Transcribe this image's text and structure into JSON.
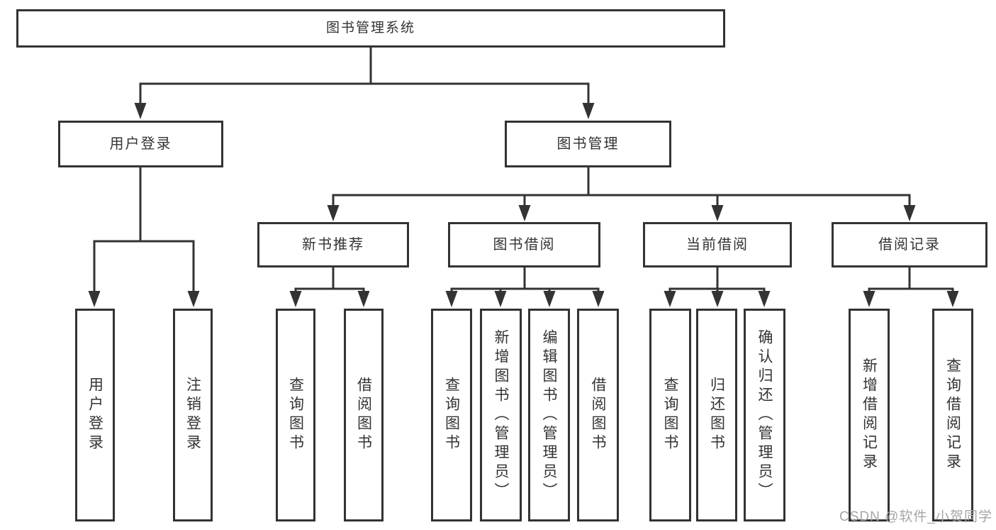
{
  "diagram": {
    "colors": {
      "line": "#333333",
      "text": "#333333",
      "background": "#ffffff",
      "watermark_gray": "#a6a6a6"
    },
    "tree": {
      "label": "图书管理系统",
      "children": [
        {
          "label": "用户登录",
          "children": [
            {
              "label": "用户登录"
            },
            {
              "label": "注销登录"
            }
          ]
        },
        {
          "label": "图书管理",
          "children": [
            {
              "label": "新书推荐",
              "children": [
                {
                  "label": "查询图书"
                },
                {
                  "label": "借阅图书"
                }
              ]
            },
            {
              "label": "图书借阅",
              "children": [
                {
                  "label": "查询图书"
                },
                {
                  "label": "新增图书（管理员）"
                },
                {
                  "label": "编辑图书（管理员）"
                },
                {
                  "label": "借阅图书"
                }
              ]
            },
            {
              "label": "当前借阅",
              "children": [
                {
                  "label": "查询图书"
                },
                {
                  "label": "归还图书"
                },
                {
                  "label": "确认归还（管理员）"
                }
              ]
            },
            {
              "label": "借阅记录",
              "children": [
                {
                  "label": "新增借阅记录"
                },
                {
                  "label": "查询借阅记录"
                }
              ]
            }
          ]
        }
      ]
    },
    "watermark": {
      "text": "CSDN @软件_小贺同学"
    }
  }
}
